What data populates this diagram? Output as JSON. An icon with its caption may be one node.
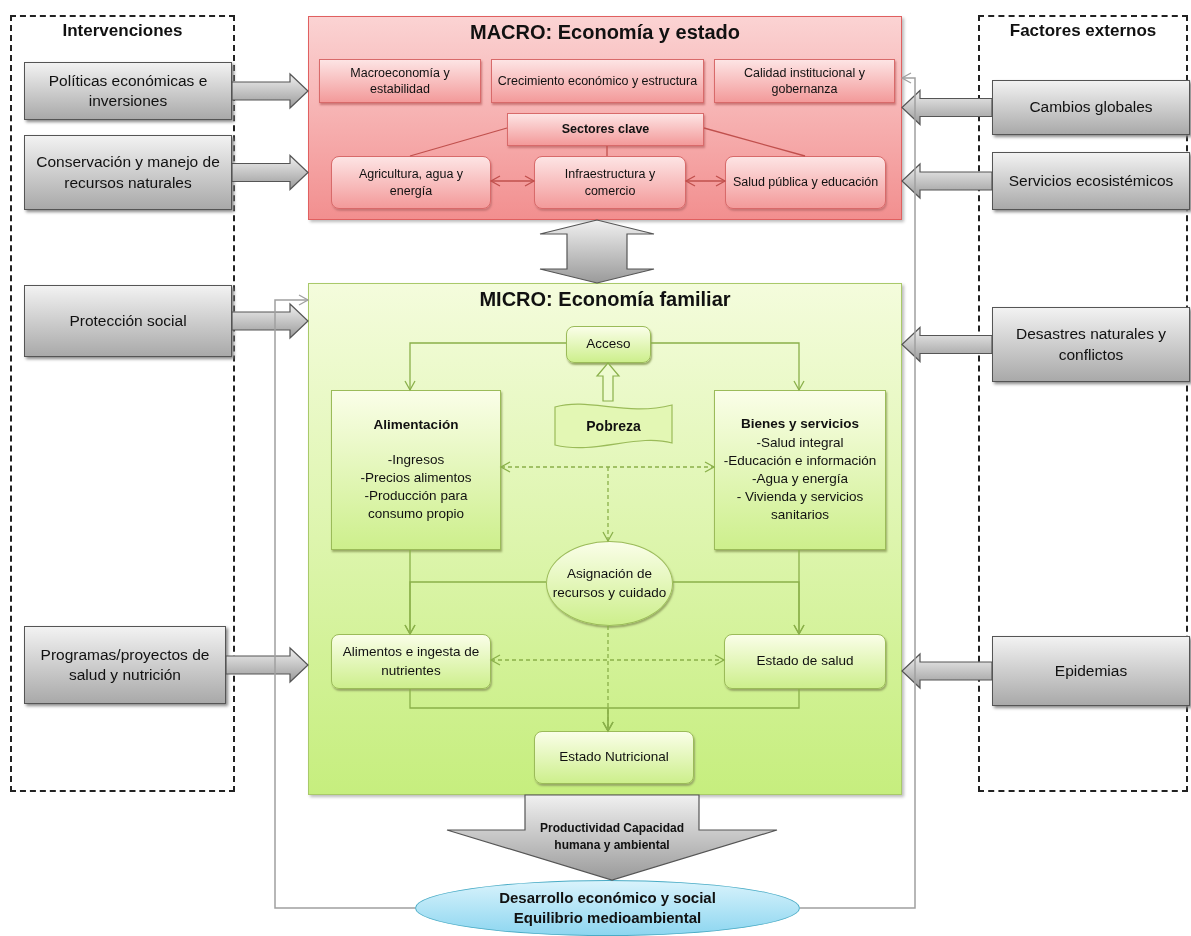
{
  "diagram": {
    "nodes": [
      {
        "text": [
          "Intervenciones"
        ]
      },
      {
        "text": [
          "Políticas económicas e inversiones"
        ],
        "in": 0
      },
      {
        "text": [
          "Conservación y manejo de recursos naturales"
        ],
        "in": 0
      },
      {
        "text": [
          "Protección social"
        ],
        "in": 0
      },
      {
        "text": [
          "Programas/proyectos de salud y nutrición"
        ],
        "in": 0
      },
      {
        "text": [
          "Factores externos"
        ]
      },
      {
        "text": [
          "Cambios globales"
        ],
        "in": 5
      },
      {
        "text": [
          "Servicios ecosistémicos"
        ],
        "in": 5
      },
      {
        "text": [
          "Desastres naturales y conflictos"
        ],
        "in": 5
      },
      {
        "text": [
          "Epidemias"
        ],
        "in": 5
      },
      {
        "text": [
          "MACRO: Economía y estado"
        ]
      },
      {
        "text": [
          "Macroeconomía y estabilidad"
        ],
        "in": 10
      },
      {
        "text": [
          "Crecimiento económico y estructura"
        ],
        "in": 10
      },
      {
        "text": [
          "Calidad institucional y gobernanza"
        ],
        "in": 10
      },
      {
        "text": [
          "Sectores clave"
        ],
        "in": 10
      },
      {
        "text": [
          "Agricultura, agua y energía"
        ],
        "in": 10
      },
      {
        "text": [
          "Infraestructura y comercio"
        ],
        "in": 10
      },
      {
        "text": [
          "Salud pública y educación"
        ],
        "in": 10
      },
      {
        "text": [
          "MICRO: Economía familiar"
        ]
      },
      {
        "text": [
          "Acceso"
        ],
        "in": 18
      },
      {
        "text": [
          "Alimentación",
          "-Ingresos",
          "-Precios alimentos",
          "-Producción para consumo propio"
        ],
        "in": 18
      },
      {
        "text": [
          "Pobreza"
        ],
        "in": 18
      },
      {
        "text": [
          "Bienes y servicios",
          "-Salud integral",
          "-Educación e información",
          "-Agua y energía",
          "- Vivienda y servicios sanitarios"
        ],
        "in": 18
      },
      {
        "text": [
          "Asignación de recursos y cuidado"
        ],
        "in": 18
      },
      {
        "text": [
          "Alimentos e ingesta de nutrientes"
        ],
        "in": 18
      },
      {
        "text": [
          "Estado de salud"
        ],
        "in": 18
      },
      {
        "text": [
          "Estado Nutricional"
        ],
        "in": 18
      },
      {
        "text": [
          "Desarrollo económico y social",
          "Equilibrio medioambiental"
        ]
      }
    ],
    "edges": [
      {
        "from": 1,
        "to": 10,
        "arrow": "to",
        "style": "thick",
        "color": "#b0b0b0"
      },
      {
        "from": 2,
        "to": 10,
        "arrow": "to",
        "style": "thick",
        "color": "#b0b0b0"
      },
      {
        "from": 3,
        "to": 18,
        "arrow": "to",
        "style": "thick",
        "color": "#b0b0b0"
      },
      {
        "from": 4,
        "to": 18,
        "arrow": "to",
        "style": "thick",
        "color": "#b0b0b0"
      },
      {
        "from": 6,
        "to": 10,
        "arrow": "to",
        "style": "thick",
        "color": "#b0b0b0"
      },
      {
        "from": 7,
        "to": 10,
        "arrow": "to",
        "style": "thick",
        "color": "#b0b0b0"
      },
      {
        "from": 8,
        "to": 18,
        "arrow": "to",
        "style": "thick",
        "color": "#b0b0b0"
      },
      {
        "from": 9,
        "to": 18,
        "arrow": "to",
        "style": "thick",
        "color": "#b0b0b0"
      },
      {
        "from": 10,
        "to": 18,
        "arrow": "both",
        "style": "thick",
        "color": "#b0b0b0"
      },
      {
        "from": 14,
        "to": 15,
        "arrow": "none",
        "color": "#c0504d"
      },
      {
        "from": 14,
        "to": 16,
        "arrow": "none",
        "color": "#c0504d"
      },
      {
        "from": 14,
        "to": 17,
        "arrow": "none",
        "color": "#c0504d"
      },
      {
        "from": 15,
        "to": 16,
        "arrow": "both",
        "color": "#c0504d"
      },
      {
        "from": 16,
        "to": 17,
        "arrow": "both",
        "color": "#c0504d"
      },
      {
        "from": 21,
        "to": 19,
        "arrow": "to",
        "style": "thick"
      },
      {
        "from": 19,
        "to": 20,
        "arrow": "to"
      },
      {
        "from": 19,
        "to": 22,
        "arrow": "to"
      },
      {
        "from": 20,
        "to": 22,
        "arrow": "both",
        "style": "dashed"
      },
      {
        "from": null,
        "to": 23,
        "arrow": "to",
        "style": "dashed"
      },
      {
        "from": 20,
        "to": 24,
        "arrow": "to"
      },
      {
        "from": 22,
        "to": 25,
        "arrow": "to"
      },
      {
        "from": 23,
        "to": 24,
        "arrow": "to"
      },
      {
        "from": 23,
        "to": 25,
        "arrow": "to"
      },
      {
        "from": 24,
        "to": 25,
        "arrow": "both",
        "style": "dashed"
      },
      {
        "from": 23,
        "to": 26,
        "arrow": "to",
        "style": "dashed"
      },
      {
        "from": 24,
        "to": 26,
        "arrow": "to"
      },
      {
        "from": 25,
        "to": 26,
        "arrow": "to"
      },
      {
        "from": 18,
        "to": 27,
        "arrow": "to",
        "style": "thick",
        "color": "#b0b0b0",
        "label": "Productividad Capacidad humana y ambiental"
      },
      {
        "from": 27,
        "to": 18,
        "arrow": "to",
        "color": "#a0a0a0"
      },
      {
        "from": 27,
        "to": 10,
        "arrow": "to",
        "color": "#a0a0a0"
      }
    ]
  }
}
